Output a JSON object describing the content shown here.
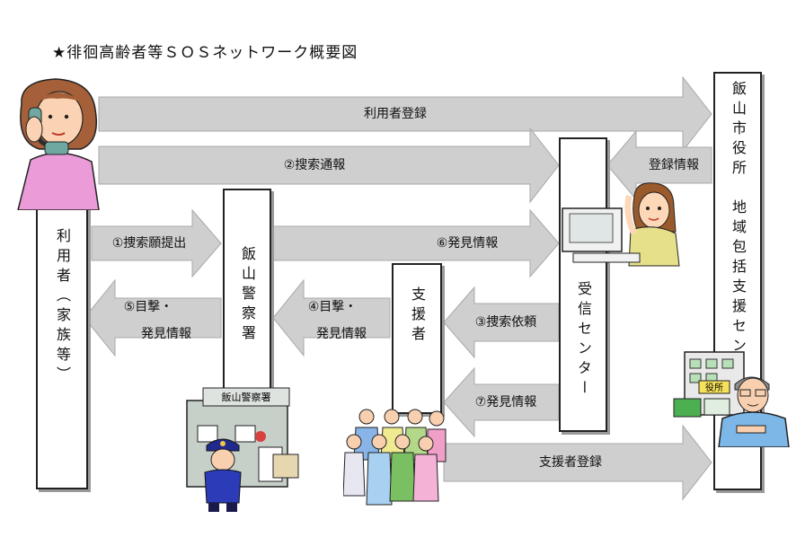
{
  "title": "★徘徊高齢者等ＳＯＳネットワーク概要図",
  "boxes": {
    "user": "利用者（家族等）",
    "police": "飯山警察署",
    "supporter": "支援者",
    "center": "受信センター",
    "city": "飯山市役所　地域包括支援センター"
  },
  "arrows": {
    "user_registration": "利用者登録",
    "search_report": "②搜索通報",
    "registration_info": "登録情報",
    "search_request": "①捜索願提出",
    "discovery_info_6": "⑥発見情報",
    "sighting_to_user_a": "⑤目撃・",
    "sighting_to_user_b": "発見情報",
    "sighting_to_police_a": "④目撃・",
    "sighting_to_police_b": "発見情報",
    "search_dispatch": "③捜索依頼",
    "discovery_info_7": "⑦発見情報",
    "supporter_registration": "支援者登録"
  },
  "signs": {
    "police_station": "飯山警察署",
    "city_building": "役所"
  },
  "colors": {
    "arrow_fill": "#cfcfcf",
    "arrow_stroke": "#a8a8a8"
  },
  "icons": [
    "woman-on-phone-icon",
    "police-station-icon",
    "police-officer-icon",
    "crowd-of-supporters-icon",
    "operator-at-computer-icon",
    "city-hall-building-icon",
    "city-staff-man-icon"
  ]
}
